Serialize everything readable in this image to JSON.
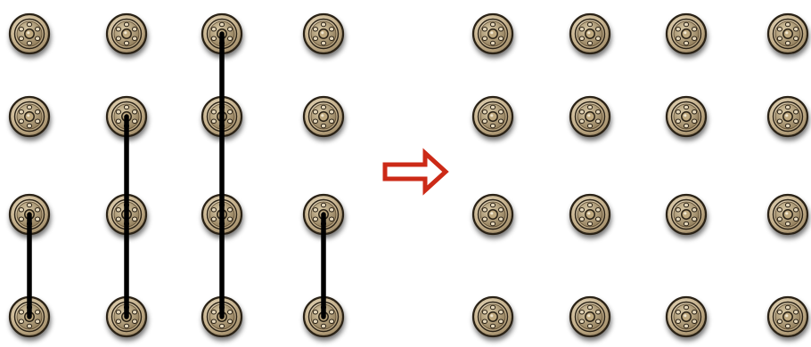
{
  "puzzle": {
    "before_board": {
      "rows": 4,
      "cols": 4,
      "pegs": "all",
      "connections": [
        {
          "col": 1,
          "from_row": 3,
          "to_row": 4
        },
        {
          "col": 2,
          "from_row": 2,
          "to_row": 4
        },
        {
          "col": 3,
          "from_row": 1,
          "to_row": 4
        },
        {
          "col": 4,
          "from_row": 3,
          "to_row": 4
        }
      ]
    },
    "transition_arrow": {
      "icon": "hollow-right-arrow-icon",
      "color": "#cc2a17"
    },
    "after_board": {
      "rows": 4,
      "cols": 4,
      "pegs": "all",
      "connections": []
    }
  },
  "colors": {
    "peg_outer": "#c9b591",
    "peg_outline": "#2a2217",
    "peg_inner": "#b49f7a",
    "string": "#000000",
    "arrow": "#cc2a17"
  }
}
